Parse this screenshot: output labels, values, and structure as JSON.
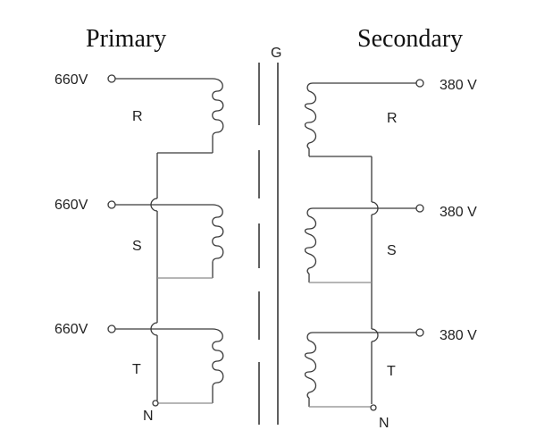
{
  "headings": {
    "primary": "Primary",
    "secondary": "Secondary"
  },
  "core_label": "G",
  "primary": {
    "voltages": [
      "660V",
      "660V",
      "660V"
    ],
    "phases": [
      "R",
      "S",
      "T"
    ],
    "neutral": "N"
  },
  "secondary": {
    "voltages": [
      "380 V",
      "380 V",
      "380 V"
    ],
    "phases": [
      "R",
      "S",
      "T"
    ],
    "neutral": "N"
  }
}
